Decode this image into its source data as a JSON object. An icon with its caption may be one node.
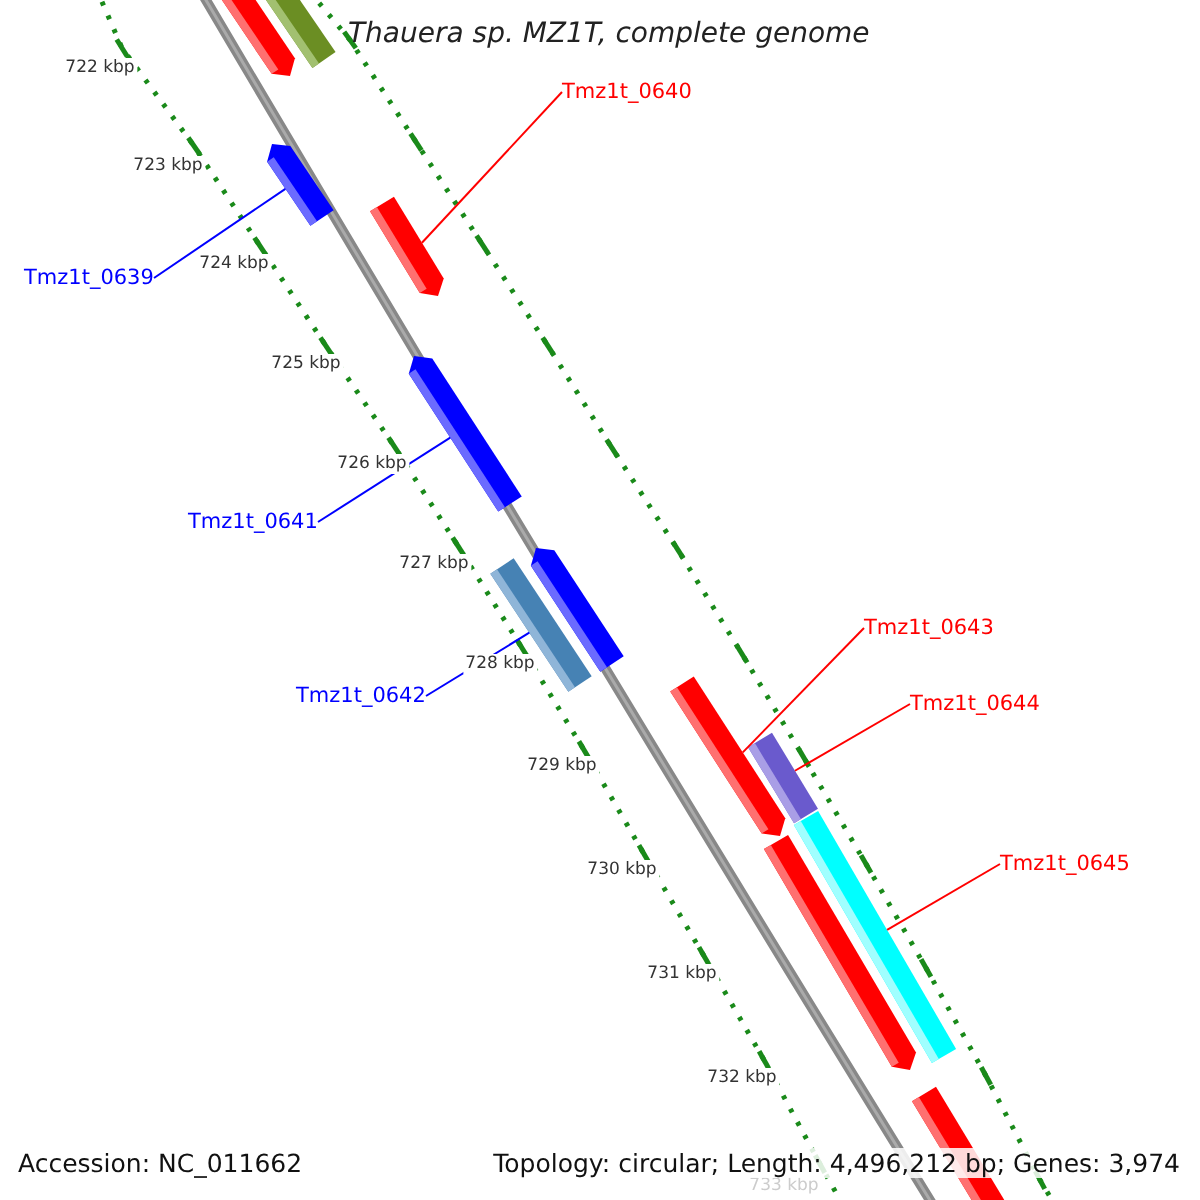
{
  "diagram": {
    "title": "Thauera sp. MZ1T, complete genome",
    "nodes": [
      {
        "text": [],
        "shape": "bar"
      },
      {
        "text": [],
        "shape": "bar"
      },
      {
        "text": [
          "Tmz1t_0640"
        ]
      },
      {
        "text": [],
        "shape": "bar"
      },
      {
        "text": [],
        "shape": "bar"
      },
      {
        "text": [
          "Tmz1t_0639"
        ]
      },
      {
        "text": [],
        "shape": "bar"
      },
      {
        "text": [
          "Tmz1t_0641"
        ]
      },
      {
        "text": [],
        "shape": "bar"
      },
      {
        "text": [],
        "shape": "bar"
      },
      {
        "text": [
          "Tmz1t_0643"
        ]
      },
      {
        "text": [],
        "shape": "bar"
      },
      {
        "text": [
          "Tmz1t_0642"
        ]
      },
      {
        "text": [
          "Tmz1t_0644"
        ]
      },
      {
        "text": [],
        "shape": "bar"
      },
      {
        "text": [],
        "shape": "bar"
      },
      {
        "text": [],
        "shape": "bar"
      },
      {
        "text": [
          "Tmz1t_0645"
        ]
      },
      {
        "text": [],
        "shape": "bar"
      }
    ],
    "edges": [
      {
        "from": 2,
        "to": 4,
        "arrow": "none"
      },
      {
        "from": 5,
        "to": 3,
        "arrow": "none",
        "color": "#0000ff"
      },
      {
        "from": 7,
        "to": 6,
        "arrow": "none",
        "color": "#0000ff"
      },
      {
        "from": 12,
        "to": 9,
        "arrow": "none",
        "color": "#0000ff"
      },
      {
        "from": 10,
        "to": 11,
        "arrow": "none"
      },
      {
        "from": 13,
        "to": 14,
        "arrow": "none"
      },
      {
        "from": 17,
        "to": 15,
        "arrow": "none"
      }
    ],
    "labels": [
      "722 kbp",
      "723 kbp",
      "724 kbp",
      "725 kbp",
      "726 kbp",
      "727 kbp",
      "728 kbp",
      "729 kbp",
      "730 kbp",
      "731 kbp",
      "732 kbp",
      "733 kbp",
      "Accession: NC_011662",
      "Topology: circular; Length: 4,496,212 bp; Genes: 3,974"
    ]
  }
}
